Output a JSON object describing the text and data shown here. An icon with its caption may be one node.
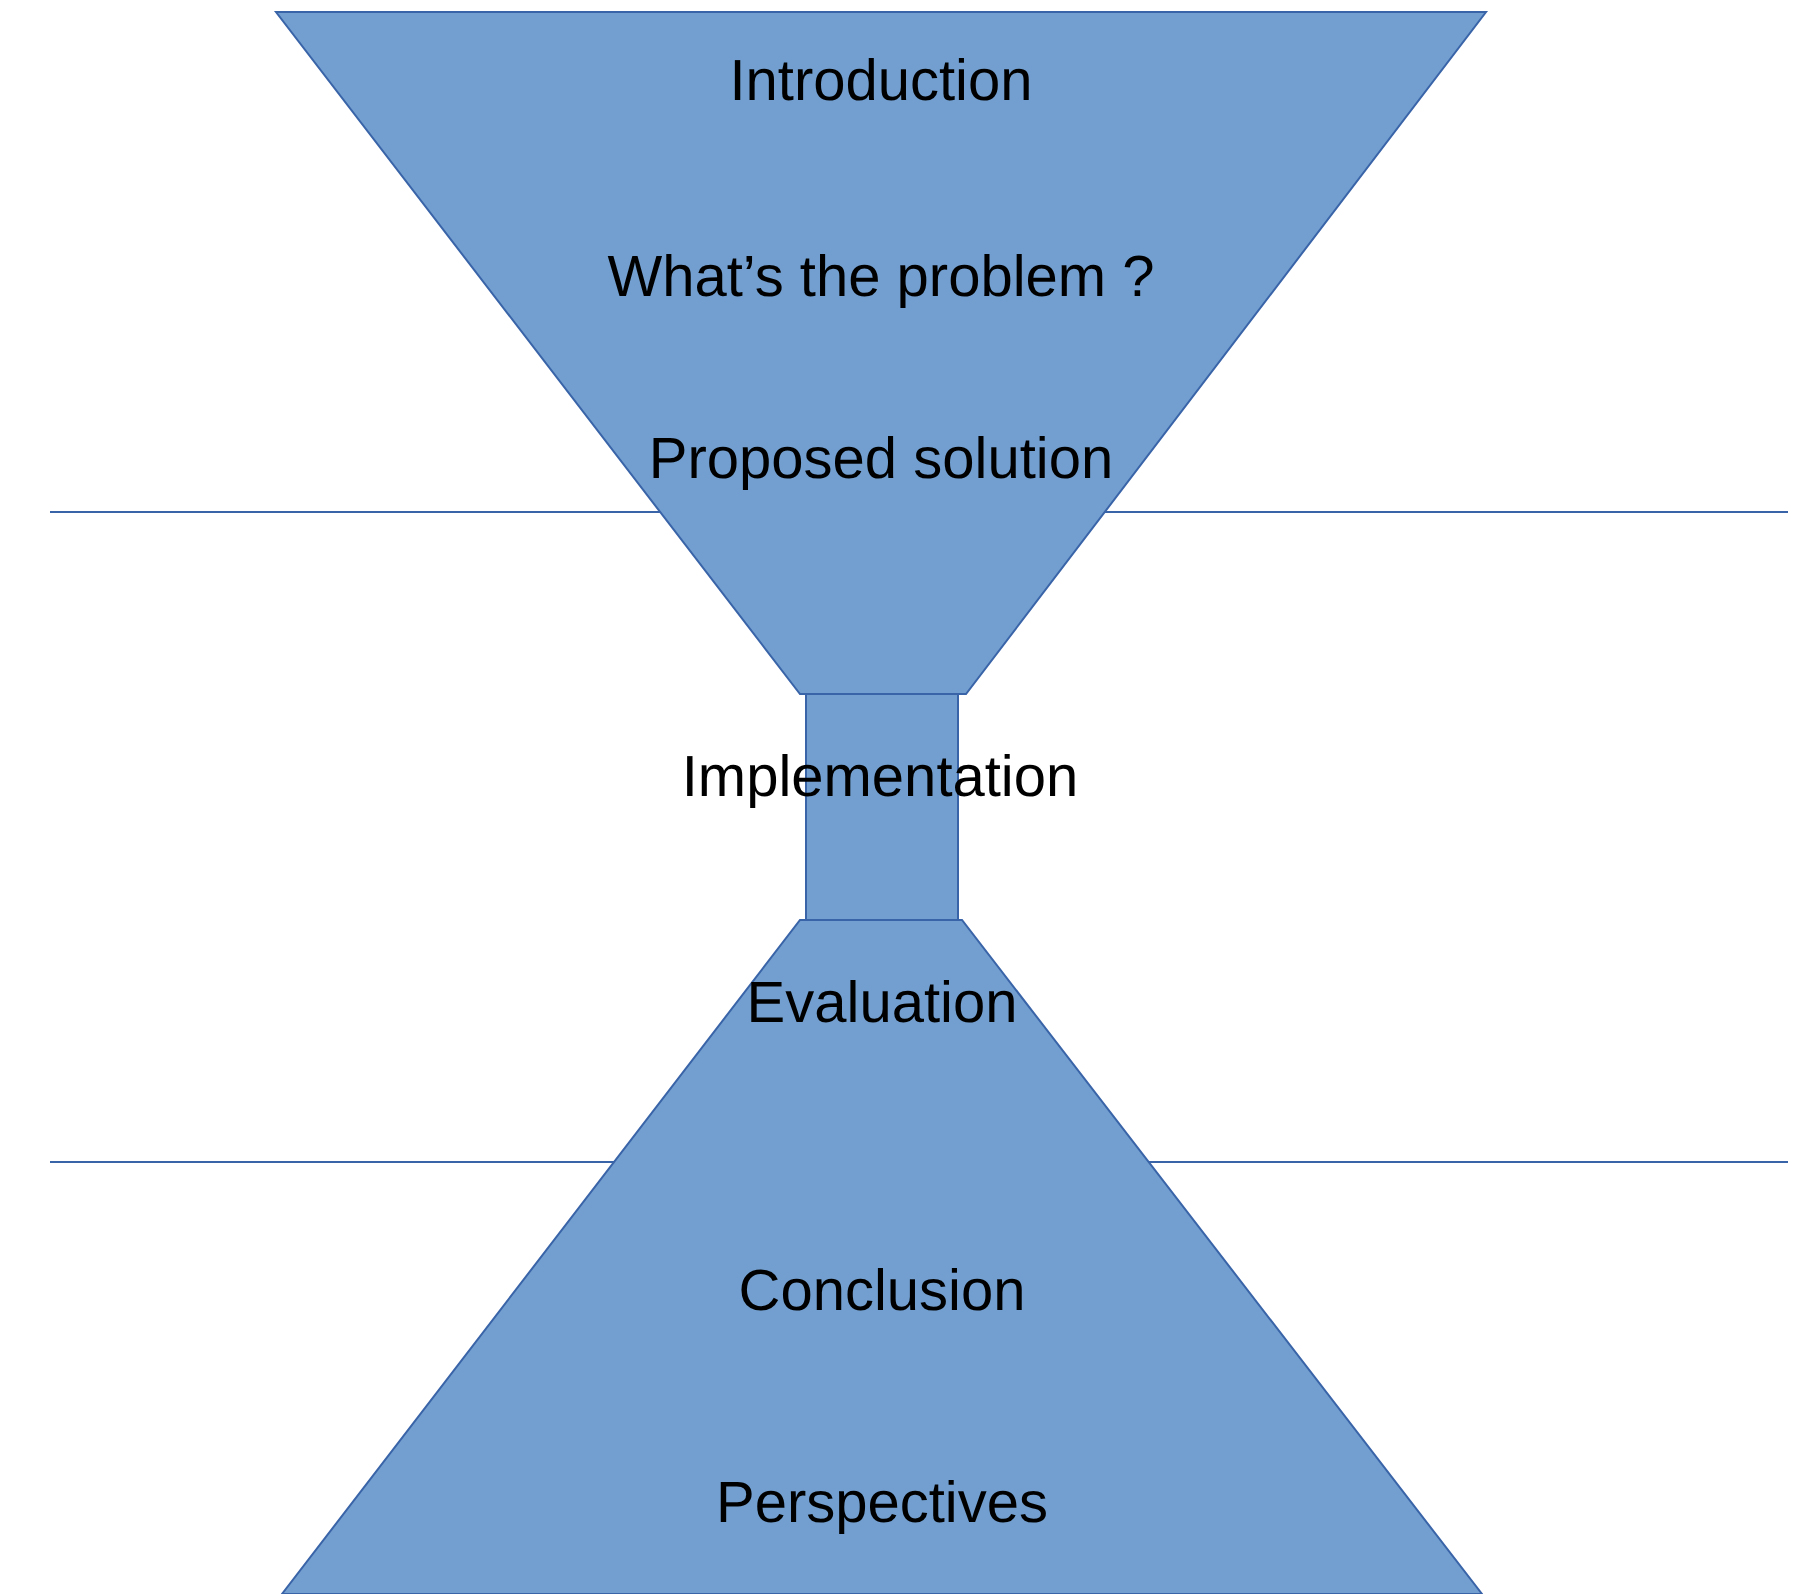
{
  "diagram": {
    "nodes": [
      {
        "text": [
          "Introduction",
          "What’s the problem ?",
          "Proposed solution"
        ]
      },
      {
        "text": [
          "Implementation"
        ]
      },
      {
        "text": [
          "Evaluation",
          "Conclusion",
          "Perspectives"
        ]
      }
    ]
  }
}
